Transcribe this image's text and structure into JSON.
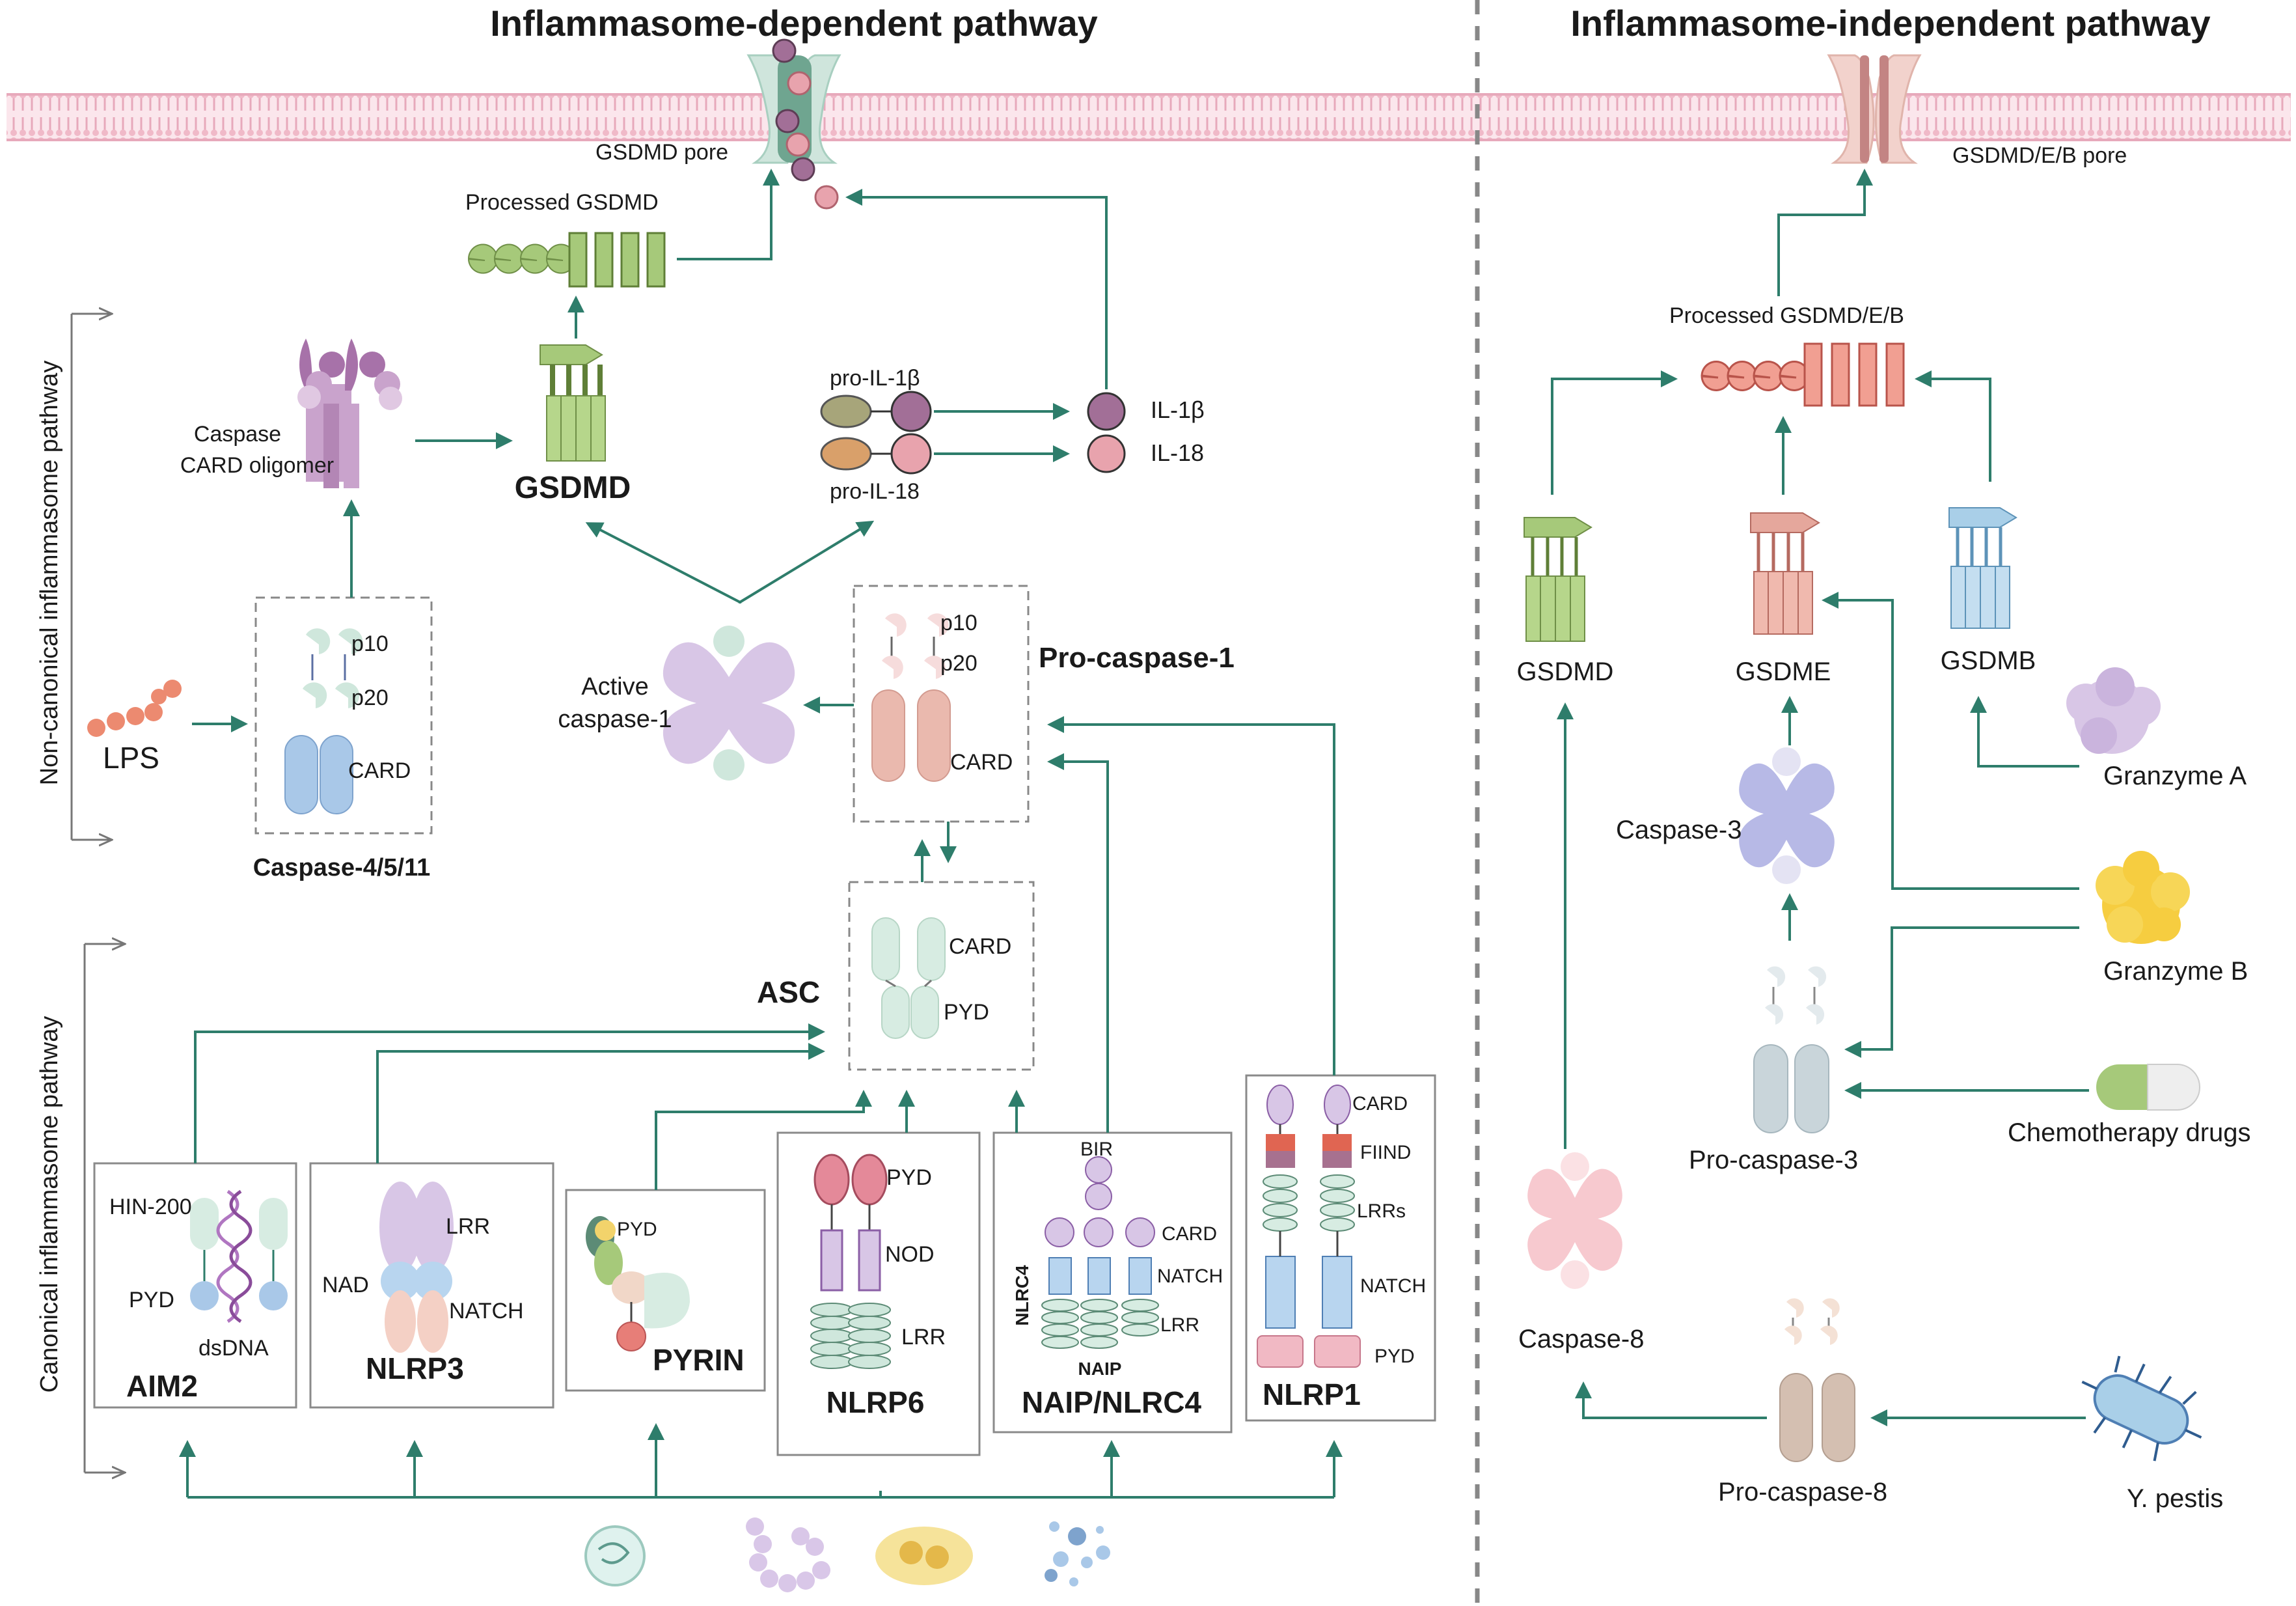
{
  "sections": {
    "dependent_title": "Inflammasome-dependent pathway",
    "independent_title": "Inflammasome-independent pathway",
    "noncanonical_label": "Non-canonical inflammasome pathway",
    "canonical_label": "Canonical inflammasome pathway"
  },
  "labels": {
    "gsdmd_pore": "GSDMD pore",
    "gsdm_ebpore": "GSDMD/E/B pore",
    "processed_gsdmd": "Processed GSDMD",
    "processed_gsdmdeb": "Processed GSDMD/E/B",
    "caspase_card_1": "Caspase",
    "caspase_card_2": "CARD oligomer",
    "gsdmd": "GSDMD",
    "pro_il1b": "pro-IL-1β",
    "pro_il18": "pro-IL-18",
    "il1b": "IL-1β",
    "il18": "IL-18",
    "lps": "LPS",
    "p10": "p10",
    "p20": "p20",
    "card": "CARD",
    "casp4511": "Caspase-4/5/11",
    "active_casp1_1": "Active",
    "active_casp1_2": "caspase-1",
    "pro_casp1": "Pro-caspase-1",
    "asc": "ASC",
    "pyd": "PYD",
    "hin200": "HIN-200",
    "dsdna": "dsDNA",
    "aim2": "AIM2",
    "lrr": "LRR",
    "nad": "NAD",
    "natch": "NATCH",
    "nlrp3": "NLRP3",
    "pyrin": "PYRIN",
    "nod": "NOD",
    "nlrp6": "NLRP6",
    "bir": "BIR",
    "nlrc4": "NLRC4",
    "naip": "NAIP",
    "naip_nlrc4": "NAIP/NLRC4",
    "fiind": "FIIND",
    "lrrs": "LRRs",
    "nlrp1": "NLRP1",
    "gsdme": "GSDME",
    "gsdmb": "GSDMB",
    "granzyme_a": "Granzyme A",
    "granzyme_b": "Granzyme B",
    "caspase3": "Caspase-3",
    "pro_caspase3": "Pro-caspase-3",
    "chemo": "Chemotherapy drugs",
    "caspase8": "Caspase-8",
    "pro_caspase8": "Pro-caspase-8",
    "ypestis": "Y. pestis"
  },
  "colors": {
    "arrow": "#2e7d6b",
    "gsdmd_green": "#a6c97a",
    "gsdme_pink": "#e79b8f",
    "gsdmb_blue": "#a9cfe8",
    "membrane": "#f3c6d1",
    "caspase_lilac": "#c9b5dc",
    "il1b_purple": "#a26f97",
    "il18_pink": "#e8a3ad"
  }
}
